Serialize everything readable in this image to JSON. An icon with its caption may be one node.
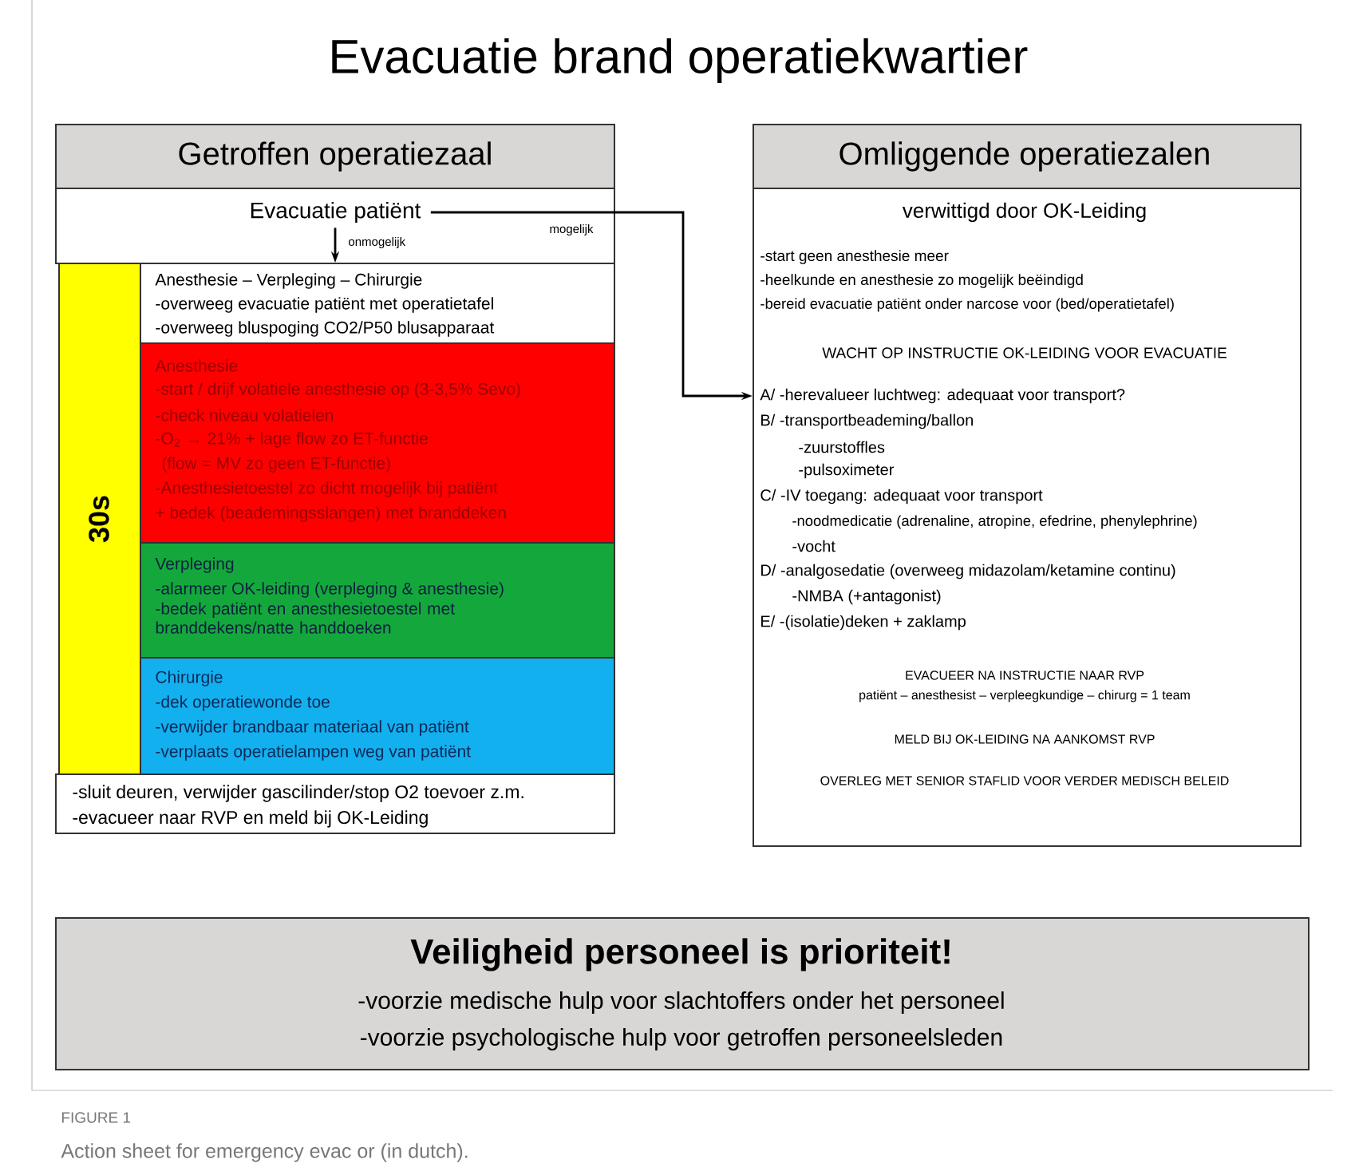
{
  "diagram": {
    "title": "Evacuatie brand operatiekwartier",
    "caption": "Action sheet for emergency evac or (in dutch).",
    "nodes": [
      {
        "text": [
          "Getroffen operatiezaal"
        ]
      },
      {
        "text": [
          "Evacuatie patiënt"
        ]
      },
      {
        "text": [
          "30s"
        ]
      },
      {
        "text": [
          "Anesthesie – Verpleging – Chirurgie",
          "-overweeg evacuatie patiënt met operatietafel",
          "-overweeg bluspoging CO2/P50 blusapparaat"
        ]
      },
      {
        "text": [
          "Anesthesie",
          "-start / drijf volatiele anesthesie op (3-3,5% Sevo)",
          "-check niveau volatielen",
          "-O$_{2}$ → 21% + lage flow zo ET-functie",
          "(flow = MV zo geen ET-functie)",
          "-Anesthesietoestel zo dicht mogelijk bij patiënt",
          "+ bedek (beademingsslangen) met branddeken"
        ]
      },
      {
        "text": [
          "Verpleging",
          "-alarmeer OK-leiding (verpleging & anesthesie)",
          "-bedek patiënt en anesthesietoestel met branddekens/natte handdoeken"
        ]
      },
      {
        "text": [
          "Chirurgie",
          "-dek operatiewonde toe",
          "-verwijder brandbaar materiaal van patiënt",
          "-verplaats operatielampen weg van patiënt"
        ]
      },
      {
        "text": [
          "-sluit deuren, verwijder gascilinder/stop O2 toevoer z.m.",
          "-evacueer naar RVP en meld bij OK-Leiding"
        ]
      },
      {
        "text": [
          "Omliggende operatiezalen"
        ]
      },
      {
        "text": [
          "verwittigd door OK-Leiding",
          "-start geen anesthesie meer",
          "-heelkunde en anesthesie zo mogelijk beëindigd",
          "-bereid evacuatie patiënt onder narcose voor (bed/operatietafel)",
          "WACHT OP INSTRUCTIE OK-LEIDING VOOR EVACUATIE",
          "A/ -herevalueer luchtweg: adequaat voor transport?",
          "B/ -transportbeademing/ballon",
          "-zuurstoffles",
          "-pulsoximeter",
          "C/ -IV toegang: adequaat voor transport",
          "-noodmedicatie (adrenaline, atropine, efedrine, phenylephrine)",
          "-vocht",
          "D/ -analgosedatie (overweeg midazolam/ketamine continu)",
          "-NMBA (+antagonist)",
          "E/ -(isolatie)deken + zaklamp",
          "EVACUEER NA INSTRUCTIE NAAR RVP",
          "patiënt – anesthesist – verpleegkundige – chirurg = 1 team",
          "MELD BIJ OK-LEIDING NA AANKOMST RVP",
          "OVERLEG MET SENIOR STAFLID VOOR VERDER MEDISCH BELEID"
        ]
      },
      {
        "text": [
          "Veiligheid personeel is prioriteit!",
          "-voorzie medische hulp voor slachtoffers onder het personeel",
          "-voorzie psychologische hulp voor getroffen personeelsleden"
        ]
      }
    ],
    "edges": [
      {
        "from": 1,
        "to": 3,
        "arrow": "to",
        "label": "onmogelijk"
      },
      {
        "from": 1,
        "to": 9,
        "arrow": "to",
        "label": "mogelijk"
      }
    ],
    "labels": [
      "FIGURE 1"
    ]
  }
}
